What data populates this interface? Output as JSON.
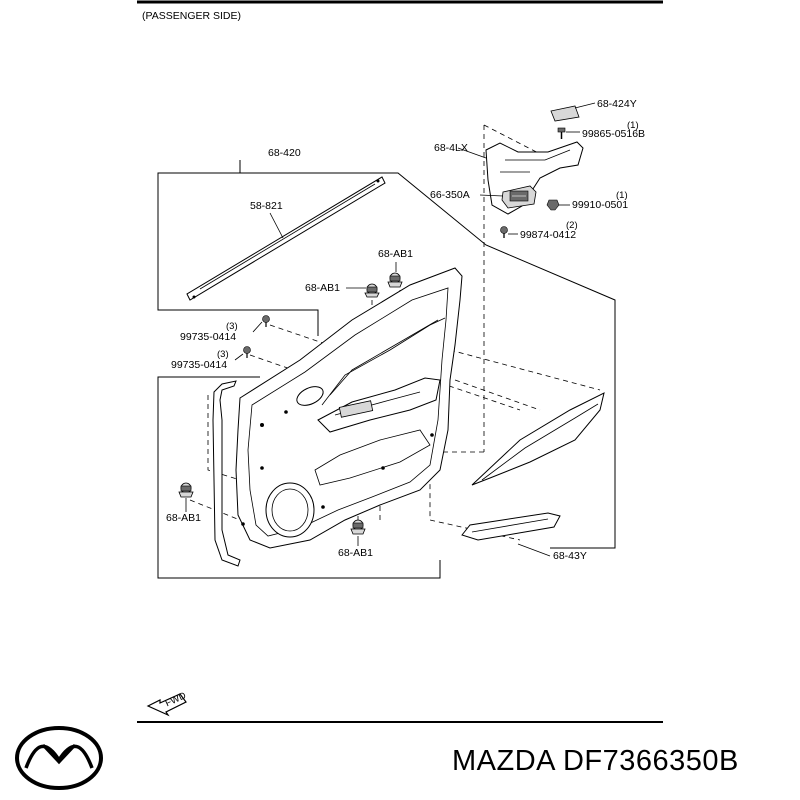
{
  "header": {
    "side_label": "(PASSENGER SIDE)"
  },
  "parts": {
    "label_68_424Y": "68-424Y",
    "label_99865": "99865-0516B",
    "qty_99865": "(1)",
    "label_68_4LX": "68-4LX",
    "label_66_350A": "66-350A",
    "label_99910": "99910-0501",
    "qty_99910": "(1)",
    "label_99874": "99874-0412",
    "qty_99874": "(2)",
    "label_68_420": "68-420",
    "label_58_821": "58-821",
    "label_68_AB1_top": "68-AB1",
    "label_68_AB1_mid": "68-AB1",
    "label_99735_a": "99735-0414",
    "qty_99735_a": "(3)",
    "label_99735_b": "99735-0414",
    "qty_99735_b": "(3)",
    "label_68_AB1_left": "68-AB1",
    "label_68_AB1_bottom": "68-AB1",
    "label_68_43Y": "68-43Y"
  },
  "fwd_label": "FWD",
  "brand": {
    "logo_name": "mazda-logo",
    "part_number_text": "MAZDA DF7366350B"
  }
}
